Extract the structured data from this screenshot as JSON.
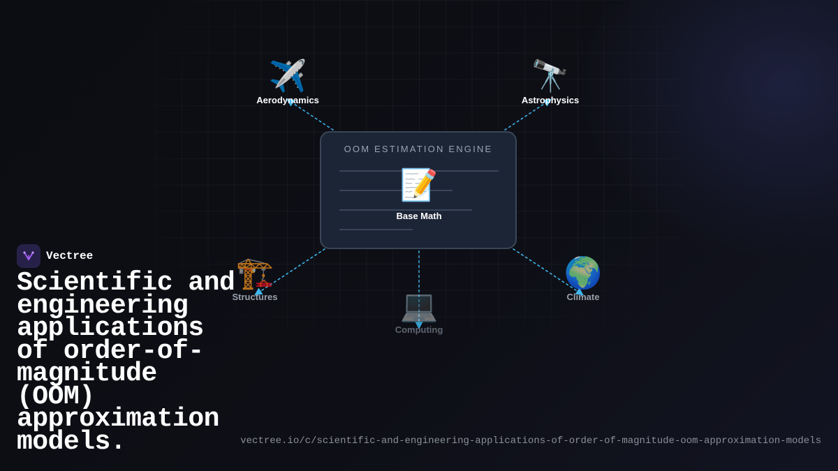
{
  "brand": {
    "name": "Vectree",
    "logo_icon": "vectree-fork-icon",
    "accent": "#a25cf0"
  },
  "engine": {
    "title": "OOM ESTIMATION ENGINE"
  },
  "center": {
    "label": "Base Math",
    "icon": "memo-pencil-icon",
    "emoji": "📝"
  },
  "nodes": [
    {
      "id": "aerodynamics",
      "label": "Aerodynamics",
      "icon": "airplane-icon",
      "emoji": "✈️"
    },
    {
      "id": "astrophysics",
      "label": "Astrophysics",
      "icon": "telescope-icon",
      "emoji": "🔭"
    },
    {
      "id": "structures",
      "label": "Structures",
      "icon": "construction-crane-icon",
      "emoji": "🏗️"
    },
    {
      "id": "climate",
      "label": "Climate",
      "icon": "globe-icon",
      "emoji": "🌍"
    },
    {
      "id": "computing",
      "label": "Computing",
      "icon": "laptop-icon",
      "emoji": "💻"
    }
  ],
  "headline": "Scientific and engineering applications of order-of-magnitude (OOM) approximation models.",
  "url": "vectree.io/c/scientific-and-engineering-applications-of-order-of-magnitude-oom-approximation-models",
  "colors": {
    "connector": "#3fb6ee",
    "card": "#1c2536",
    "background": "#0c0d12"
  }
}
